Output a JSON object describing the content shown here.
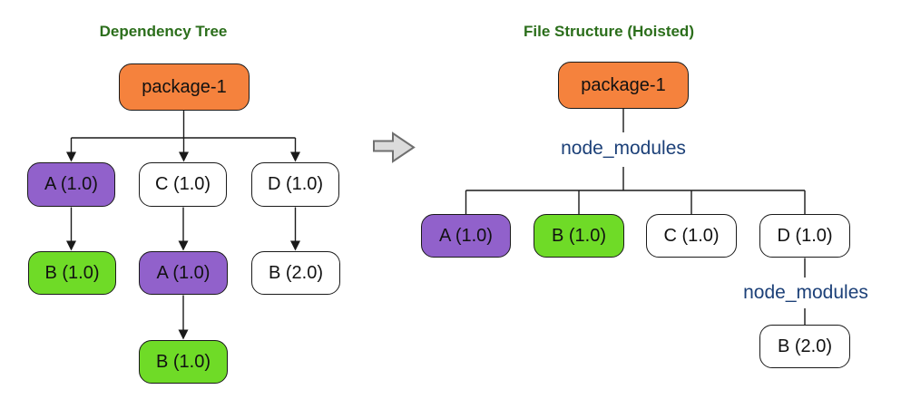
{
  "colors": {
    "orange": "#F5823D",
    "purple": "#9161CB",
    "green": "#6FDB27",
    "box-border": "#1A1A1A",
    "edge": "#1A1A1A",
    "title-green": "#2B6E1B",
    "navy": "#1C4078",
    "arrow-fill": "#DBDBDB",
    "arrow-border": "#6F6F6F"
  },
  "left_panel": {
    "title": "Dependency Tree",
    "root": {
      "label": "package-1",
      "color": "orange"
    },
    "level1": [
      {
        "label": "A (1.0)",
        "color": "purple"
      },
      {
        "label": "C (1.0)",
        "color": "white"
      },
      {
        "label": "D (1.0)",
        "color": "white"
      }
    ],
    "level2": [
      {
        "label": "B (1.0)",
        "color": "green"
      },
      {
        "label": "A (1.0)",
        "color": "purple"
      },
      {
        "label": "B (2.0)",
        "color": "white"
      }
    ],
    "level3": [
      {
        "label": "B (1.0)",
        "color": "green"
      }
    ]
  },
  "right_panel": {
    "title": "File Structure (Hoisted)",
    "root": {
      "label": "package-1",
      "color": "orange"
    },
    "folder_label_top": "node_modules",
    "hoisted": [
      {
        "label": "A (1.0)",
        "color": "purple"
      },
      {
        "label": "B (1.0)",
        "color": "green"
      },
      {
        "label": "C (1.0)",
        "color": "white"
      },
      {
        "label": "D (1.0)",
        "color": "white"
      }
    ],
    "folder_label_nested": "node_modules",
    "nested": [
      {
        "label": "B (2.0)",
        "color": "white"
      }
    ]
  }
}
